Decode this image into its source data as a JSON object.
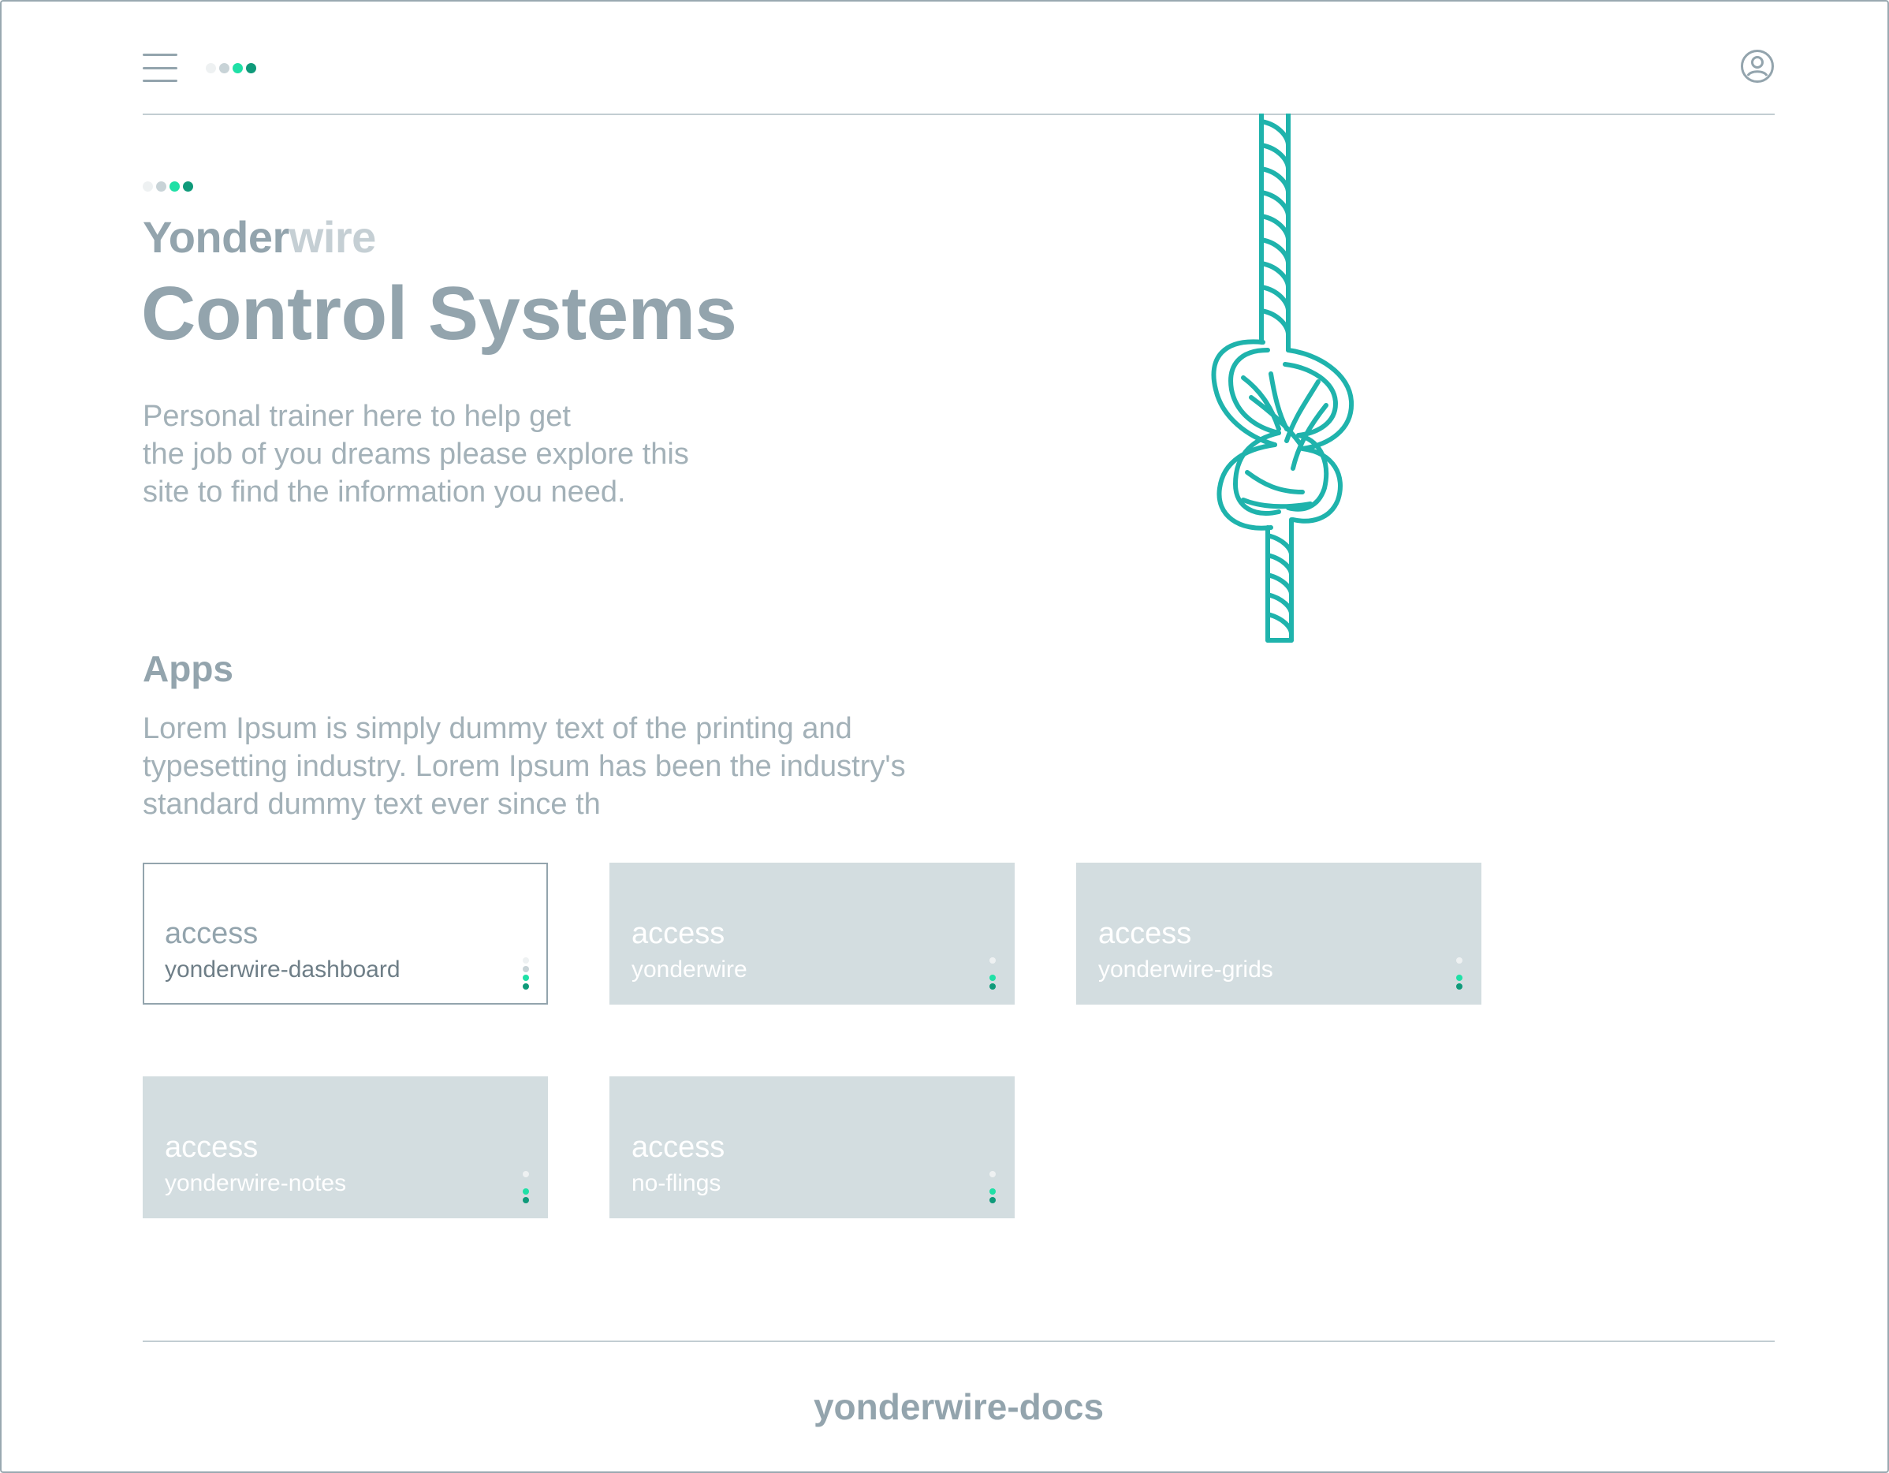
{
  "header": {
    "menu_icon": "hamburger-menu-icon",
    "logo_dots": [
      "#eef1f2",
      "#c8d3d7",
      "#1fe0a6",
      "#0f9a7a"
    ],
    "user_icon": "user-circle-icon"
  },
  "hero": {
    "brand_part1": "Yonder",
    "brand_part2": "wire",
    "title": "Control Systems",
    "intro_lines": [
      "Personal trainer here to help get",
      "the job of you dreams please explore this",
      "site to find the information you need."
    ],
    "illustration": "rope-knot-illustration",
    "rope_color": "#1fb3ac"
  },
  "apps": {
    "heading": "Apps",
    "description_lines": [
      "Lorem Ipsum is simply dummy text of the printing and",
      "typesetting industry. Lorem Ipsum has been the industry's",
      "standard dummy text ever since th"
    ],
    "cards": [
      {
        "label": "access",
        "name": "yonderwire-dashboard",
        "active": true
      },
      {
        "label": "access",
        "name": "yonderwire",
        "active": false
      },
      {
        "label": "access",
        "name": "yonderwire-grids",
        "active": false
      },
      {
        "label": "access",
        "name": "yonderwire-notes",
        "active": false
      },
      {
        "label": "access",
        "name": "no-flings",
        "active": false
      }
    ]
  },
  "footer": {
    "title": "yonderwire-docs"
  },
  "colors": {
    "text": "#93a4ad",
    "card_bg": "#d3dde0",
    "accent_green": "#1fe0a6",
    "accent_dark": "#0f9a7a"
  }
}
